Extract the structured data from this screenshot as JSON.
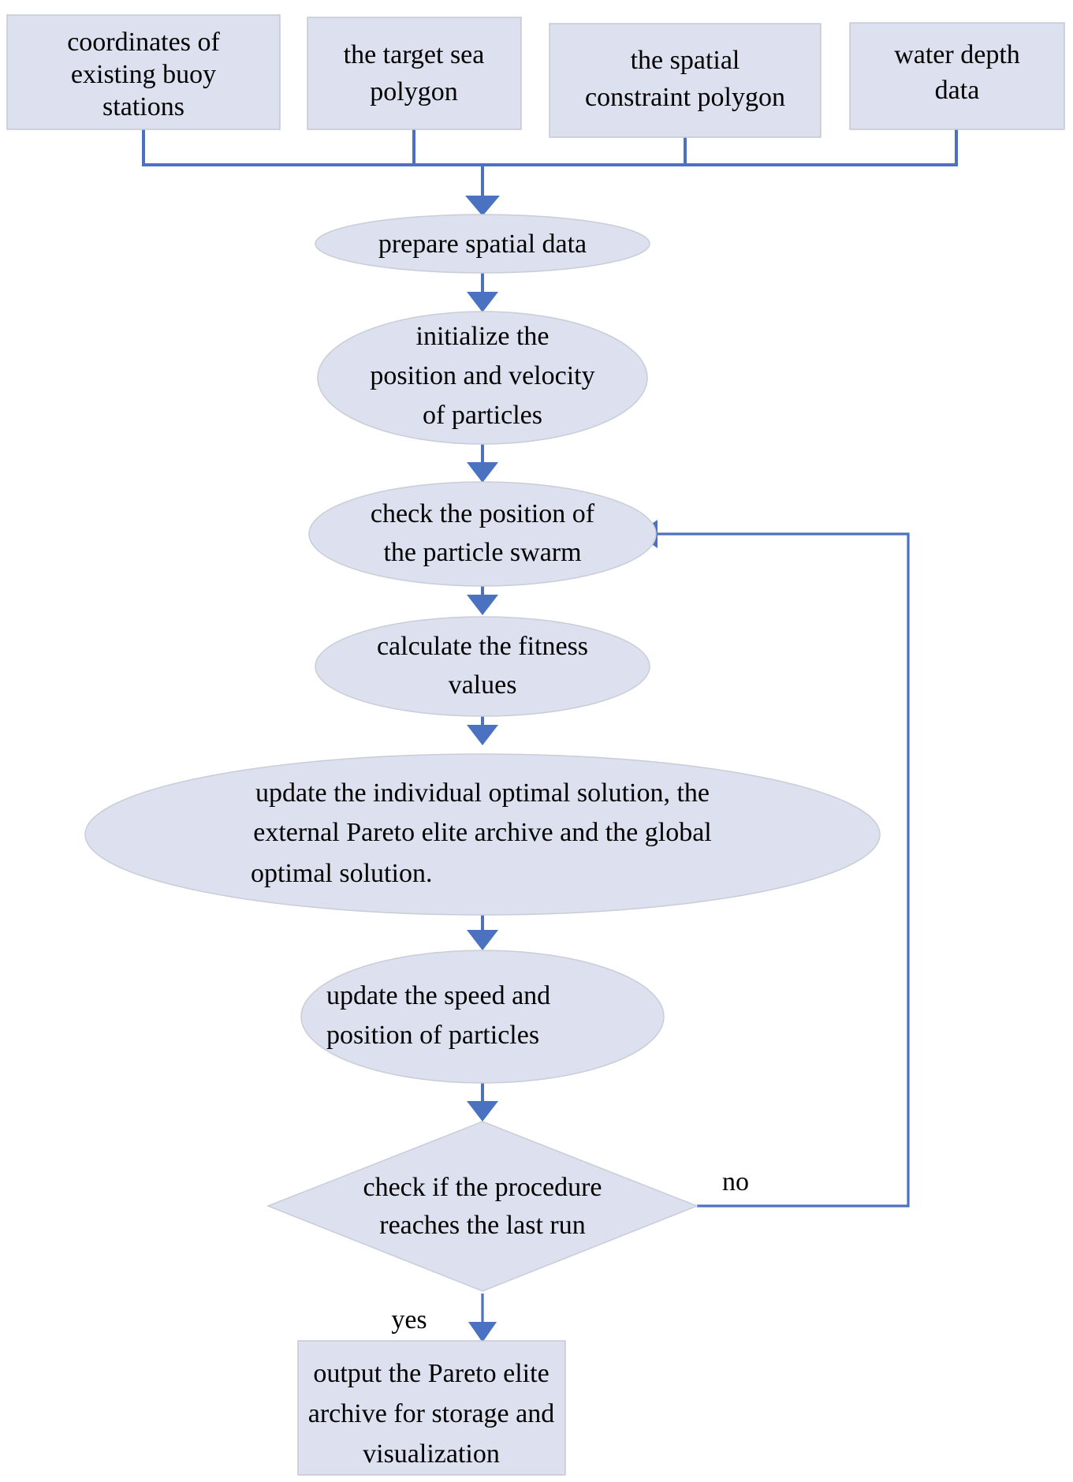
{
  "diagram": {
    "title": "Flowchart of the multi-objective particle swarm optimization procedure for buoy station siting",
    "type": "flowchart",
    "colors": {
      "node_fill": "#dce0ef",
      "node_stroke": "#c8cdd6",
      "connector": "#4a72c0",
      "text": "#000000",
      "background": "#ffffff"
    },
    "inputs": [
      {
        "id": "input-existing-buoys",
        "shape": "rectangle",
        "lines": [
          "coordinates of",
          "existing buoy",
          "stations"
        ]
      },
      {
        "id": "input-target-sea",
        "shape": "rectangle",
        "lines": [
          "the target sea",
          "polygon"
        ]
      },
      {
        "id": "input-constraint",
        "shape": "rectangle",
        "lines": [
          "the spatial",
          "constraint polygon"
        ]
      },
      {
        "id": "input-water-depth",
        "shape": "rectangle",
        "lines": [
          "water depth",
          "data"
        ]
      }
    ],
    "steps": [
      {
        "id": "step-prepare",
        "shape": "ellipse",
        "lines": [
          "prepare spatial data"
        ]
      },
      {
        "id": "step-initialize",
        "shape": "ellipse",
        "lines": [
          "initialize the",
          "position and velocity",
          "of particles"
        ]
      },
      {
        "id": "step-check-position",
        "shape": "ellipse",
        "lines": [
          "check the position of",
          "the particle swarm"
        ]
      },
      {
        "id": "step-fitness",
        "shape": "ellipse",
        "lines": [
          "calculate the fitness",
          "values"
        ]
      },
      {
        "id": "step-update-optima",
        "shape": "ellipse",
        "lines": [
          "update the individual optimal solution, the",
          "external Pareto elite archive  and the global",
          "optimal solution."
        ]
      },
      {
        "id": "step-update-speed",
        "shape": "ellipse",
        "lines": [
          "update    the    speed    and",
          "position of particles"
        ]
      }
    ],
    "decision": {
      "id": "decision-last-run",
      "shape": "diamond",
      "lines": [
        "check if the procedure",
        "reaches the last run"
      ],
      "branch_yes_label": "yes",
      "branch_no_label": "no"
    },
    "output": {
      "id": "output-pareto-archive",
      "shape": "rectangle",
      "lines": [
        "output the Pareto elite",
        "archive for storage and",
        "visualization"
      ]
    }
  }
}
